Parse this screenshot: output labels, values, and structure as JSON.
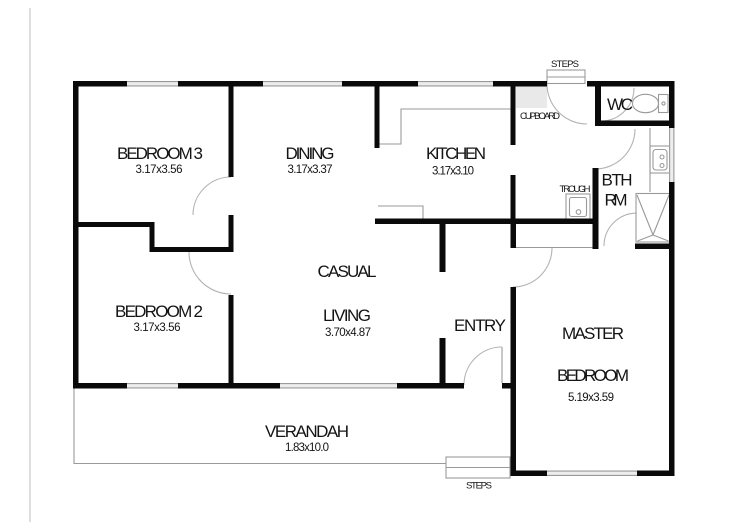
{
  "rooms": {
    "bedroom3": {
      "name": "BEDROOM 3",
      "dims": "3.17x3.56"
    },
    "dining": {
      "name": "DINING",
      "dims": "3.17x3.37"
    },
    "kitchen": {
      "name": "KITCHEN",
      "dims": "3.17x3.10"
    },
    "bedroom2": {
      "name": "BEDROOM 2",
      "dims": "3.17x3.56"
    },
    "casual_living": {
      "line1": "CASUAL",
      "line2": "LIVING",
      "dims": "3.70x4.87"
    },
    "entry": {
      "name": "ENTRY"
    },
    "master_bedroom": {
      "line1": "MASTER",
      "line2": "BEDROOM",
      "dims": "5.19x3.59"
    },
    "verandah": {
      "name": "VERANDAH",
      "dims": "1.83x10.0"
    },
    "wc": {
      "name": "WC"
    },
    "bathroom": {
      "line1": "BTH",
      "line2": "RM"
    }
  },
  "fixtures": {
    "cupboard": "CUPBOARD",
    "trough": "TROUGH",
    "steps_top": "STEPS",
    "steps_bottom": "STEPS"
  },
  "colors": {
    "wall": "#0a0a0a",
    "window_fill": "#ededed",
    "fixture_line": "#9a9a9a",
    "door_arc": "#b3b3b3",
    "cupboard_fill": "#e9e9e9",
    "text": "#141414"
  }
}
